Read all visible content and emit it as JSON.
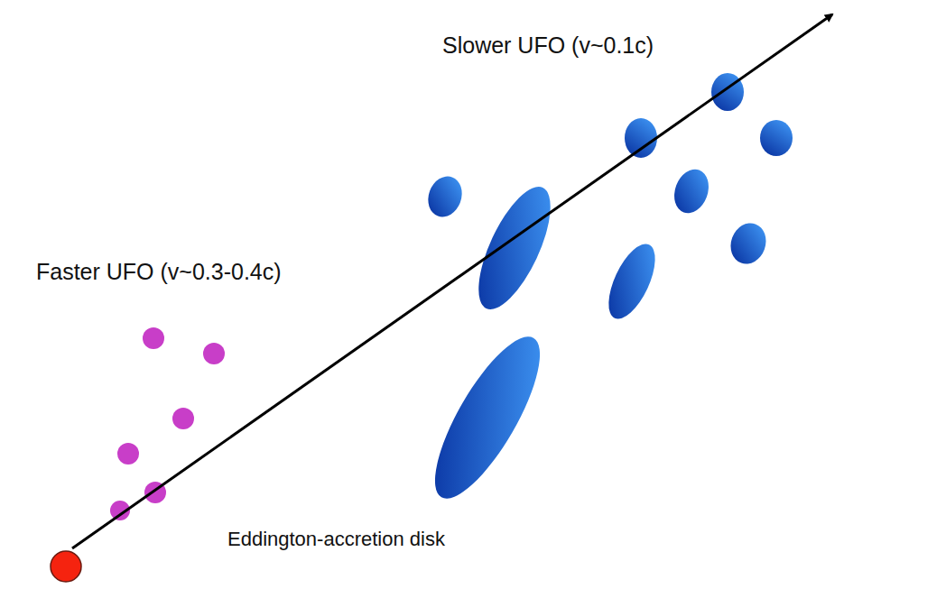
{
  "diagram": {
    "nodes": [
      {
        "text": [
          "Slower UFO (v~0.1c)"
        ]
      },
      {
        "text": [
          "Faster UFO (v~0.3-0.4c)"
        ]
      },
      {
        "text": [
          "Eddington-accretion disk"
        ]
      }
    ]
  }
}
